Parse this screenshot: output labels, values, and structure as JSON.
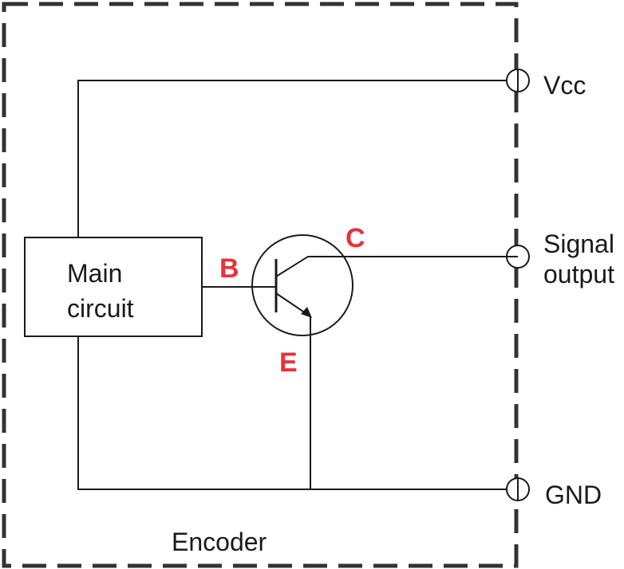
{
  "diagram": {
    "main_circuit_line1": "Main",
    "main_circuit_line2": "circuit",
    "enclosure_label": "Encoder",
    "terminals": {
      "vcc": "Vcc",
      "signal_line1": "Signal",
      "signal_line2": "output",
      "gnd": "GND"
    },
    "transistor_pins": {
      "base": "B",
      "collector": "C",
      "emitter": "E"
    }
  },
  "colors": {
    "line": "#1a1a1a",
    "pin_label": "#e8323c",
    "background": "#ffffff"
  }
}
